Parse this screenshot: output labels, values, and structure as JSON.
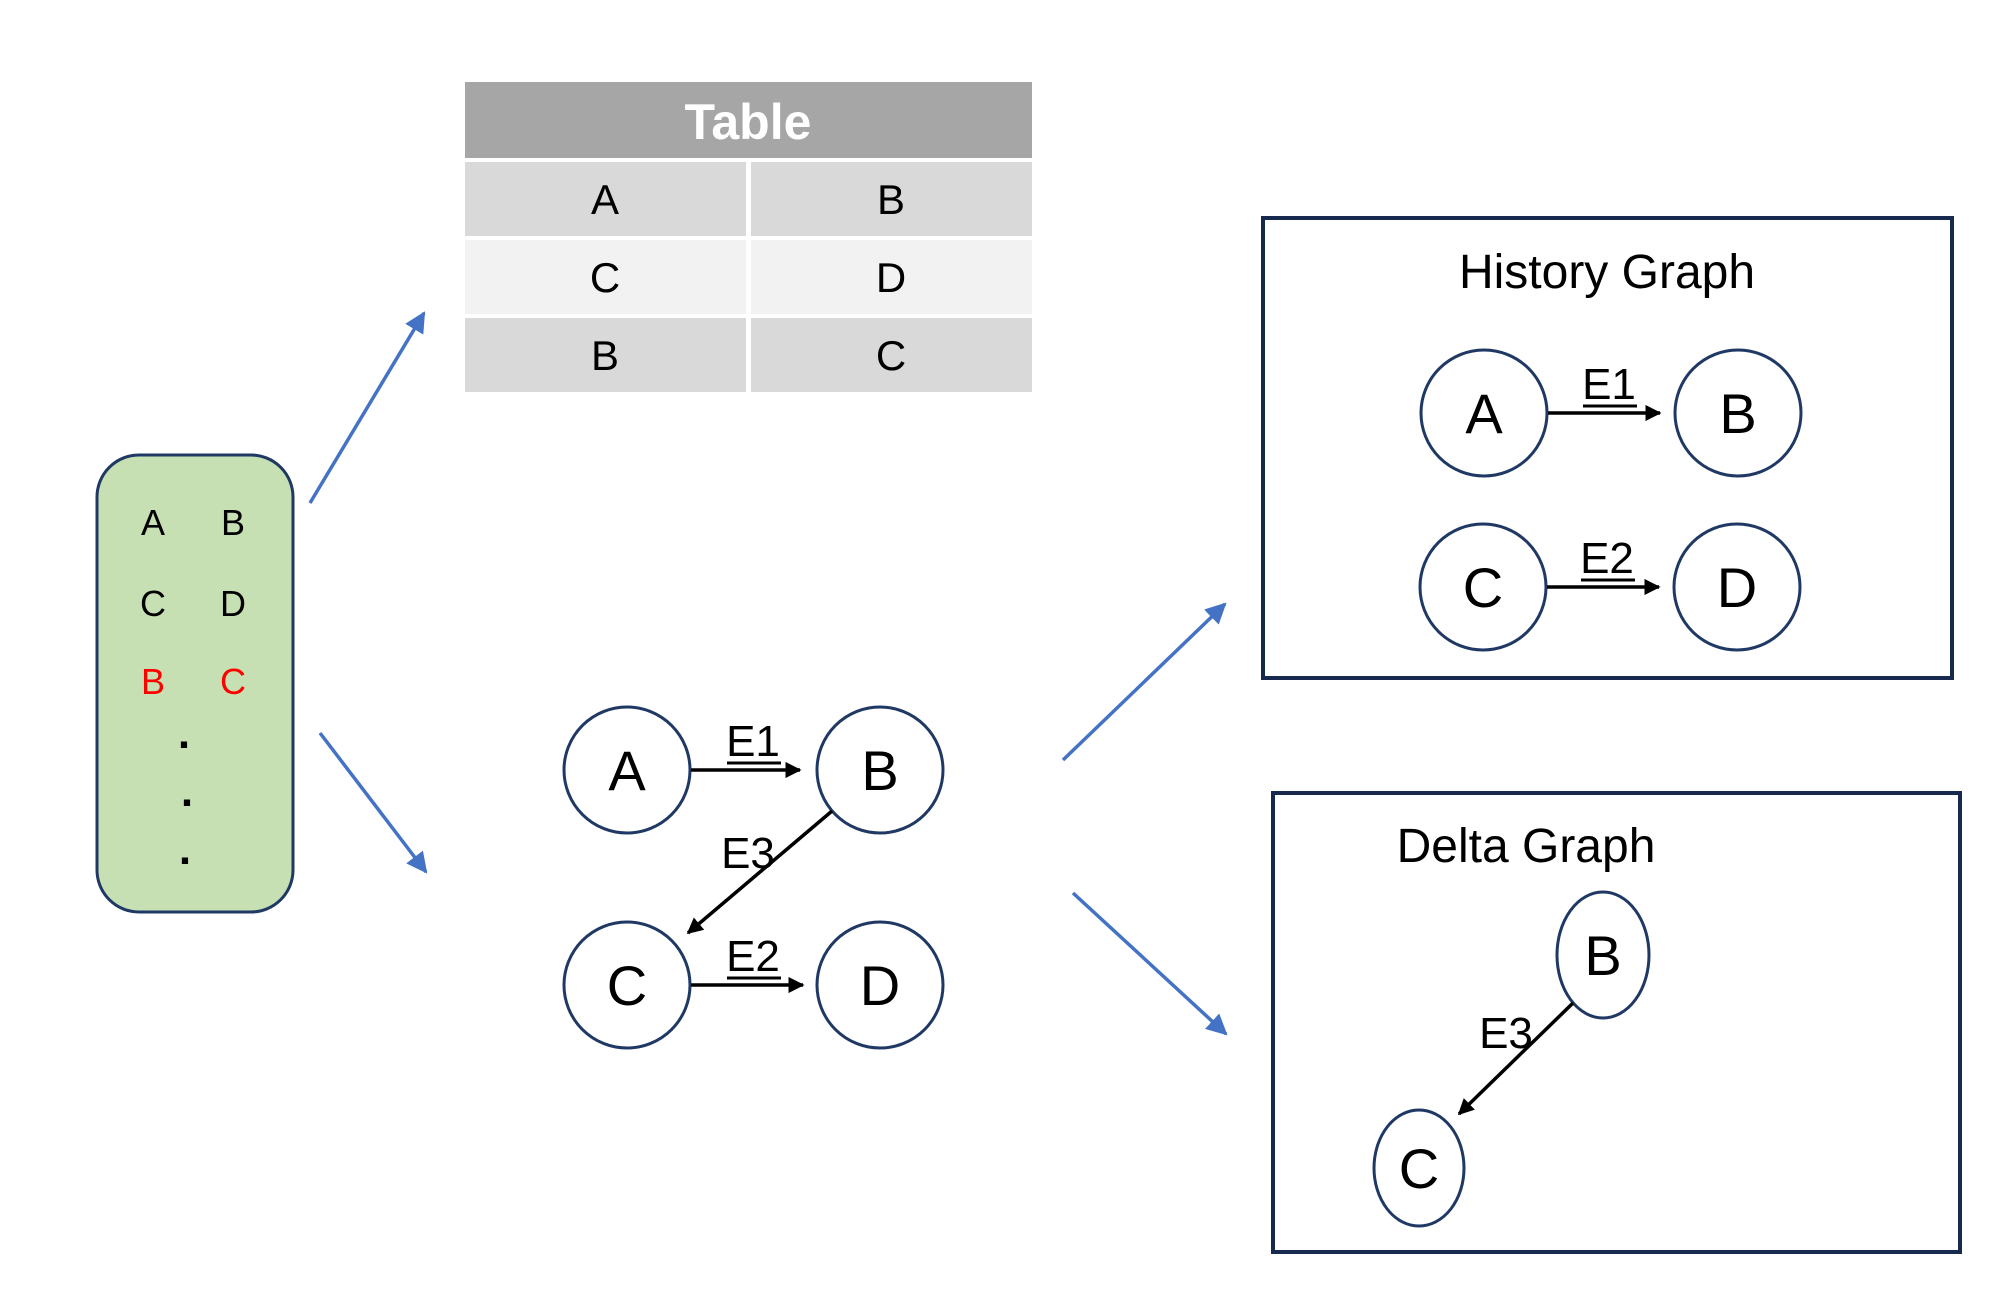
{
  "colors": {
    "source_box_fill": "#c6e0b4",
    "outline_navy": "#1f3864",
    "box_border_navy": "#17294e",
    "flow_arrow_blue": "#4472c4",
    "table_header_bg": "#a6a6a6",
    "table_row_dark_bg": "#d9d9d9",
    "table_row_light_bg": "#f2f2f2",
    "highlight_red": "#ff0000",
    "edge_black": "#000000"
  },
  "source_list": {
    "rows": [
      {
        "left": "A",
        "right": "B",
        "highlight": false
      },
      {
        "left": "C",
        "right": "D",
        "highlight": false
      },
      {
        "left": "B",
        "right": "C",
        "highlight": true
      }
    ],
    "dots": [
      ".",
      ".",
      "."
    ]
  },
  "table": {
    "title": "Table",
    "rows": [
      [
        "A",
        "B"
      ],
      [
        "C",
        "D"
      ],
      [
        "B",
        "C"
      ]
    ]
  },
  "update_graph": {
    "nodes": [
      {
        "label": "A"
      },
      {
        "label": "B"
      },
      {
        "label": "C"
      },
      {
        "label": "D"
      }
    ],
    "edges": [
      {
        "label": "E1",
        "from": "A",
        "to": "B"
      },
      {
        "label": "E3",
        "from": "B",
        "to": "C"
      },
      {
        "label": "E2",
        "from": "C",
        "to": "D"
      }
    ]
  },
  "history_graph": {
    "title": "History Graph",
    "nodes": [
      {
        "label": "A"
      },
      {
        "label": "B"
      },
      {
        "label": "C"
      },
      {
        "label": "D"
      }
    ],
    "edges": [
      {
        "label": "E1",
        "from": "A",
        "to": "B"
      },
      {
        "label": "E2",
        "from": "C",
        "to": "D"
      }
    ]
  },
  "delta_graph": {
    "title": "Delta Graph",
    "nodes": [
      {
        "label": "B"
      },
      {
        "label": "C"
      }
    ],
    "edges": [
      {
        "label": "E3",
        "from": "B",
        "to": "C"
      }
    ]
  }
}
